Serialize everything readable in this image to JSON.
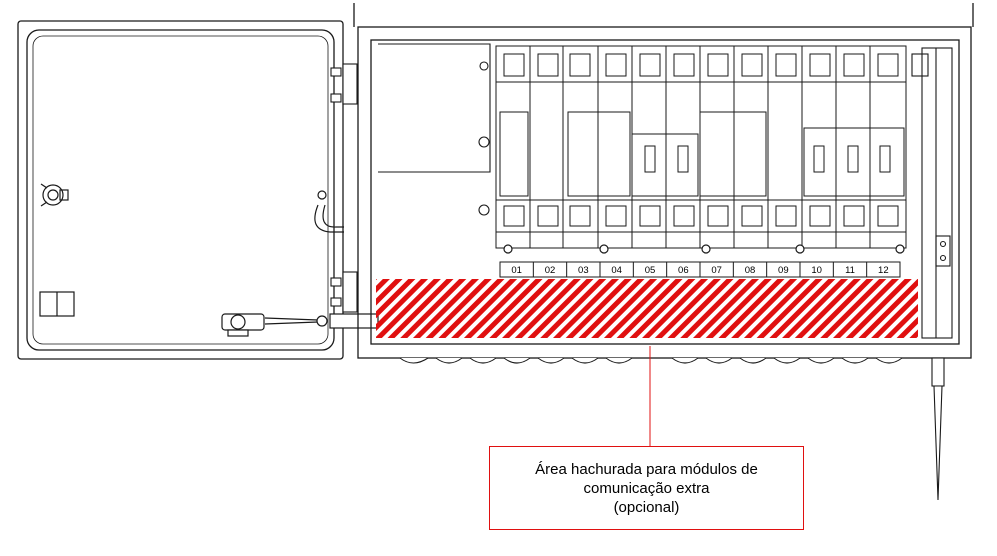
{
  "diagram": {
    "slots": [
      "01",
      "02",
      "03",
      "04",
      "05",
      "06",
      "07",
      "08",
      "09",
      "10",
      "11",
      "12"
    ],
    "callout": {
      "lines": [
        "Área hachurada para módulos de",
        "comunicação extra",
        "(opcional)"
      ]
    },
    "colors": {
      "line": "#1a1a1a",
      "hatch": "#e01010",
      "callout_border": "#e01010"
    }
  }
}
